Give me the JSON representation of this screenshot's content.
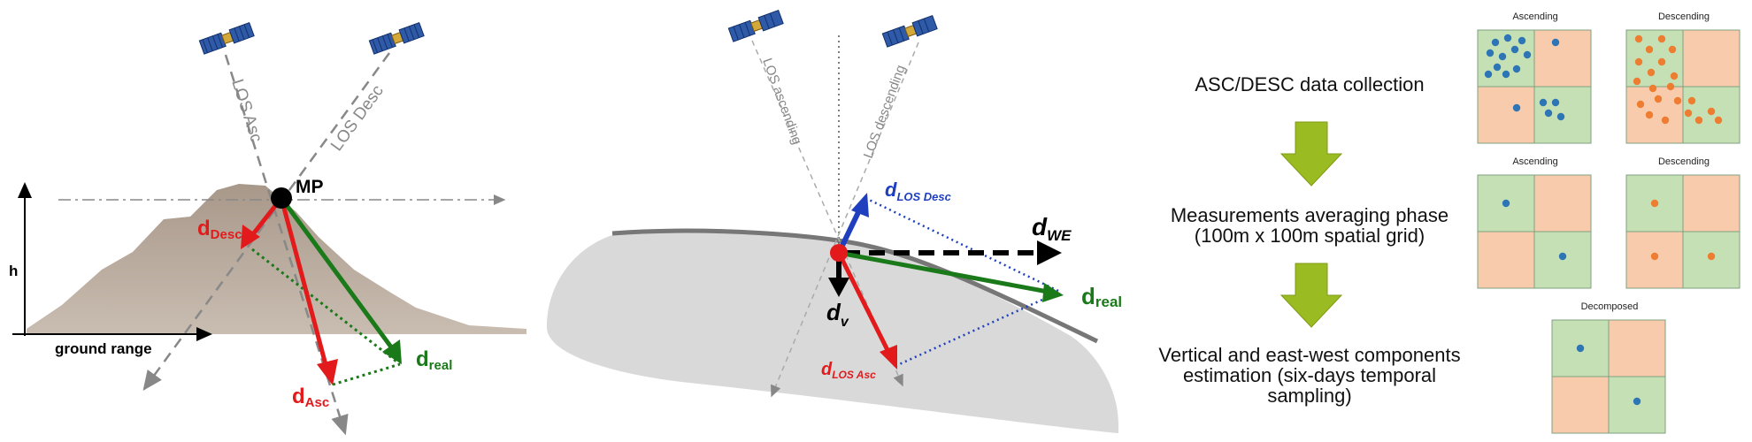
{
  "panel1": {
    "los_asc": "LOS Asc",
    "los_desc": "LOS Desc",
    "mp": "MP",
    "h_axis": "h",
    "ground_range": "ground range",
    "d_desc": {
      "main": "d",
      "sub": "Desc"
    },
    "d_asc": {
      "main": "d",
      "sub": "Asc"
    },
    "d_real": {
      "main": "d",
      "sub": "real"
    }
  },
  "panel2": {
    "los_ascending": "LOS ascending",
    "los_descending": "LOS descending",
    "d_los_desc": {
      "main": "d",
      "sub": "LOS Desc"
    },
    "d_we": {
      "main": "d",
      "sub": "WE"
    },
    "d_real": {
      "main": "d",
      "sub": "real"
    },
    "d_v": {
      "main": "d",
      "sub": "v"
    },
    "d_los_asc": {
      "main": "d",
      "sub": "LOS Asc"
    }
  },
  "flow": {
    "step1": "ASC/DESC data collection",
    "step2_line1": "Measurements averaging phase",
    "step2_line2": "(100m x 100m spatial grid)",
    "step3_line1": "Vertical and east-west components",
    "step3_line2": "estimation (six-days temporal",
    "step3_line3": "sampling)"
  },
  "grids": {
    "row1_left": "Ascending",
    "row1_right": "Descending",
    "row2_left": "Ascending",
    "row2_right": "Descending",
    "row3": "Decomposed"
  },
  "colors": {
    "green_cell": "#c5e0b4",
    "orange_cell": "#f8cbad",
    "blue_dot": "#2e75b6",
    "orange_dot": "#ed7d31",
    "red_vec": "#e31a1c",
    "green_vec": "#1a7a1a",
    "blue_vec": "#1f3fbf",
    "arrow_olive": "#9bbb23"
  }
}
